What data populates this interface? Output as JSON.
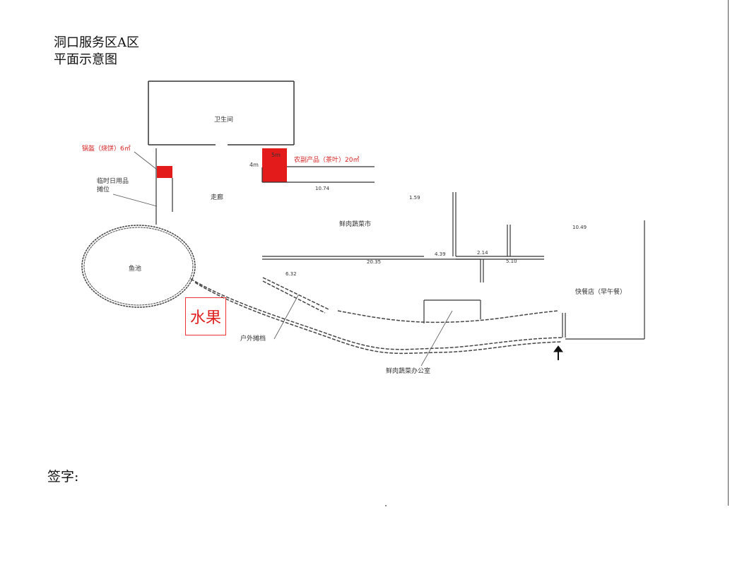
{
  "title": {
    "line1": "洞口服务区A区",
    "line2": "平面示意图"
  },
  "signature_label": "签字:",
  "fruit_label": "水果",
  "rooms": {
    "restroom": "卫生间",
    "corridor": "走廊",
    "pond": "鱼池",
    "fresh_goods": "鲜肉蔬菜市",
    "snack_shop": "快餐店（早午餐）"
  },
  "callouts": {
    "pot_area": "锅盔（烧饼）6㎡",
    "fruit_tea_stall": "农副产品（茶叶）20㎡",
    "temp_stall_line1": "临时日用品",
    "temp_stall_line2": "摊位",
    "outdoor_stall": "户外摊档",
    "fresh_office": "鲜肉蔬菜办公室"
  },
  "dimensions": {
    "d_4m": "4m",
    "d_5m": "5m",
    "d_159": "1.59",
    "d_632": "6.32",
    "d_1049": "10.49",
    "d_1074": "10.74",
    "d_2035": "20.35",
    "d_439": "4.39",
    "d_214": "2.14",
    "d_510": "5.10"
  },
  "colors": {
    "highlight_red": "#e31b1b",
    "label_red": "#d42020",
    "wall": "#333333"
  },
  "arrow_direction": "up"
}
